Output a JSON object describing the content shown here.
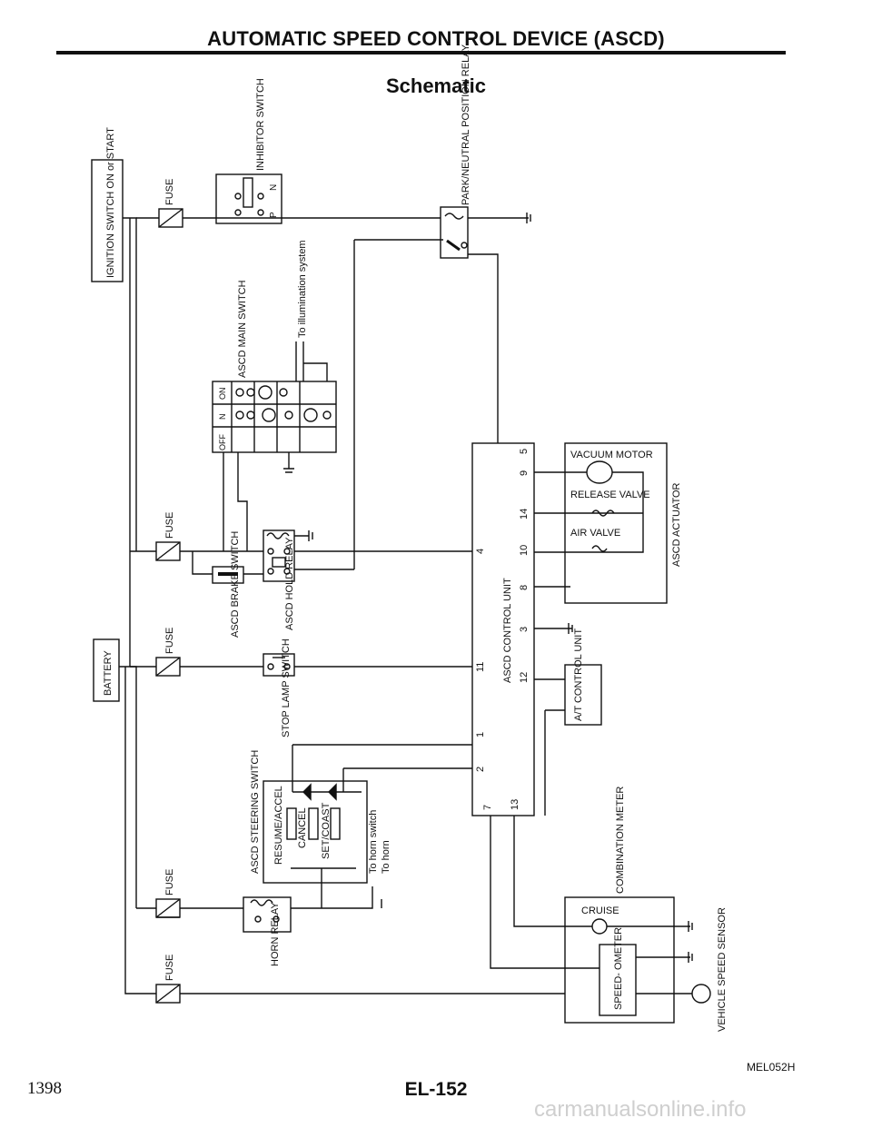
{
  "header": {
    "title": "AUTOMATIC SPEED CONTROL DEVICE (ASCD)",
    "subtitle": "Schematic"
  },
  "components": {
    "ignition_switch": "IGNITION SWITCH ON or START",
    "battery": "BATTERY",
    "fuse": "FUSE",
    "inhibitor_switch": "INHIBITOR SWITCH",
    "inhibitor_p": "P",
    "inhibitor_n": "N",
    "park_neutral_relay": "PARK/NEUTRAL POSITION RELAY",
    "to_illumination": "To illumination system",
    "ascd_main_switch": "ASCD MAIN SWITCH",
    "main_off": "OFF",
    "main_n": "N",
    "main_on": "ON",
    "ascd_brake_switch": "ASCD BRAKE SWITCH",
    "ascd_hold_relay": "ASCD HOLD RELAY",
    "stop_lamp_switch": "STOP LAMP SWITCH",
    "ascd_steering_switch": "ASCD STEERING SWITCH",
    "resume_accel": "RESUME/ACCEL",
    "cancel": "CANCEL",
    "set_coast": "SET/COAST",
    "to_horn_switch": "To horn switch",
    "to_horn": "To horn",
    "horn_relay": "HORN RELAY",
    "ascd_control_unit": "ASCD CONTROL UNIT",
    "vacuum_motor": "VACUUM MOTOR",
    "release_valve": "RELEASE VALVE",
    "air_valve": "AIR VALVE",
    "ascd_actuator": "ASCD ACTUATOR",
    "at_control_unit": "A/T CONTROL UNIT",
    "combination_meter": "COMBINATION METER",
    "cruise": "CRUISE",
    "speedometer": "SPEED- OMETER",
    "vehicle_speed_sensor": "VEHICLE SPEED SENSOR"
  },
  "control_unit_pins": [
    "5",
    "9",
    "14",
    "4",
    "10",
    "8",
    "3",
    "11",
    "12",
    "1",
    "2",
    "7",
    "13"
  ],
  "footer": {
    "page_left": "1398",
    "page_code": "EL-152",
    "ref_code": "MEL052H",
    "watermark": "carmanualsonline.info"
  }
}
